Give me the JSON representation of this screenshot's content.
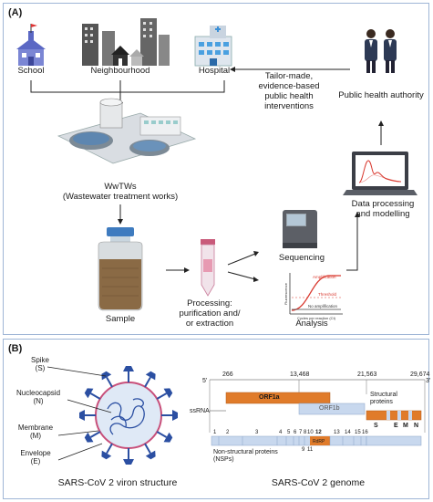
{
  "panel_a": {
    "label": "(A)",
    "school": "School",
    "neighbourhood": "Neighbourhood",
    "hospital": "Hospital",
    "authority": "Public health authority",
    "intervention_1": "Tailor-made,",
    "intervention_2": "evidence-based",
    "intervention_3": "public health",
    "intervention_4": "interventions",
    "wwtw_1": "WwTWs",
    "wwtw_2": "(Wastewater treatment works)",
    "data_1": "Data processing",
    "data_2": "and modelling",
    "sequencing": "Sequencing",
    "sample": "Sample",
    "processing_1": "Processing:",
    "processing_2": "purification and/",
    "processing_3": "or extraction",
    "analysis": "Analysis",
    "qpcr_amplification": "Amplification",
    "qpcr_threshold": "Threshold",
    "qpcr_no_amp": "No amplification",
    "qpcr_xlabel": "Cycles per reaction (Ct)",
    "qpcr_ylabel": "Fluorescence"
  },
  "panel_b": {
    "label": "(B)",
    "spike_1": "Spike",
    "spike_2": "(S)",
    "nucleocapsid_1": "Nucleocapsid",
    "nucleocapsid_2": "(N)",
    "membrane_1": "Membrane",
    "membrane_2": "(M)",
    "envelope_1": "Envelope",
    "envelope_2": "(E)",
    "virion_title": "SARS-CoV 2 viron structure",
    "genome_title": "SARS-CoV 2 genome",
    "pos_266": "266",
    "pos_13468": "13,468",
    "pos_21563": "21,563",
    "pos_29674": "29,674",
    "five_prime": "5'",
    "three_prime": "3'",
    "orf1a": "ORF1a",
    "orf1b": "ORF1b",
    "ssrna": "ssRNA",
    "structural_1": "Structural",
    "structural_2": "proteins",
    "gene_s": "S",
    "gene_e": "E",
    "gene_m": "M",
    "gene_n": "N",
    "nsp_numbers": [
      "1",
      "2",
      "3",
      "4",
      "5",
      "6",
      "7",
      "8",
      "10",
      "12",
      "13",
      "14",
      "15",
      "16"
    ],
    "nsp_9": "9",
    "nsp_11": "11",
    "rdrp": "RdRP",
    "nsp_label_1": "Non-structural proteins",
    "nsp_label_2": "(NSPs)"
  },
  "colors": {
    "orange": "#e07b2a",
    "light_blue": "#c8d8ee",
    "dark_blue": "#2b4fa2",
    "panel_border": "#9fb6d6"
  }
}
